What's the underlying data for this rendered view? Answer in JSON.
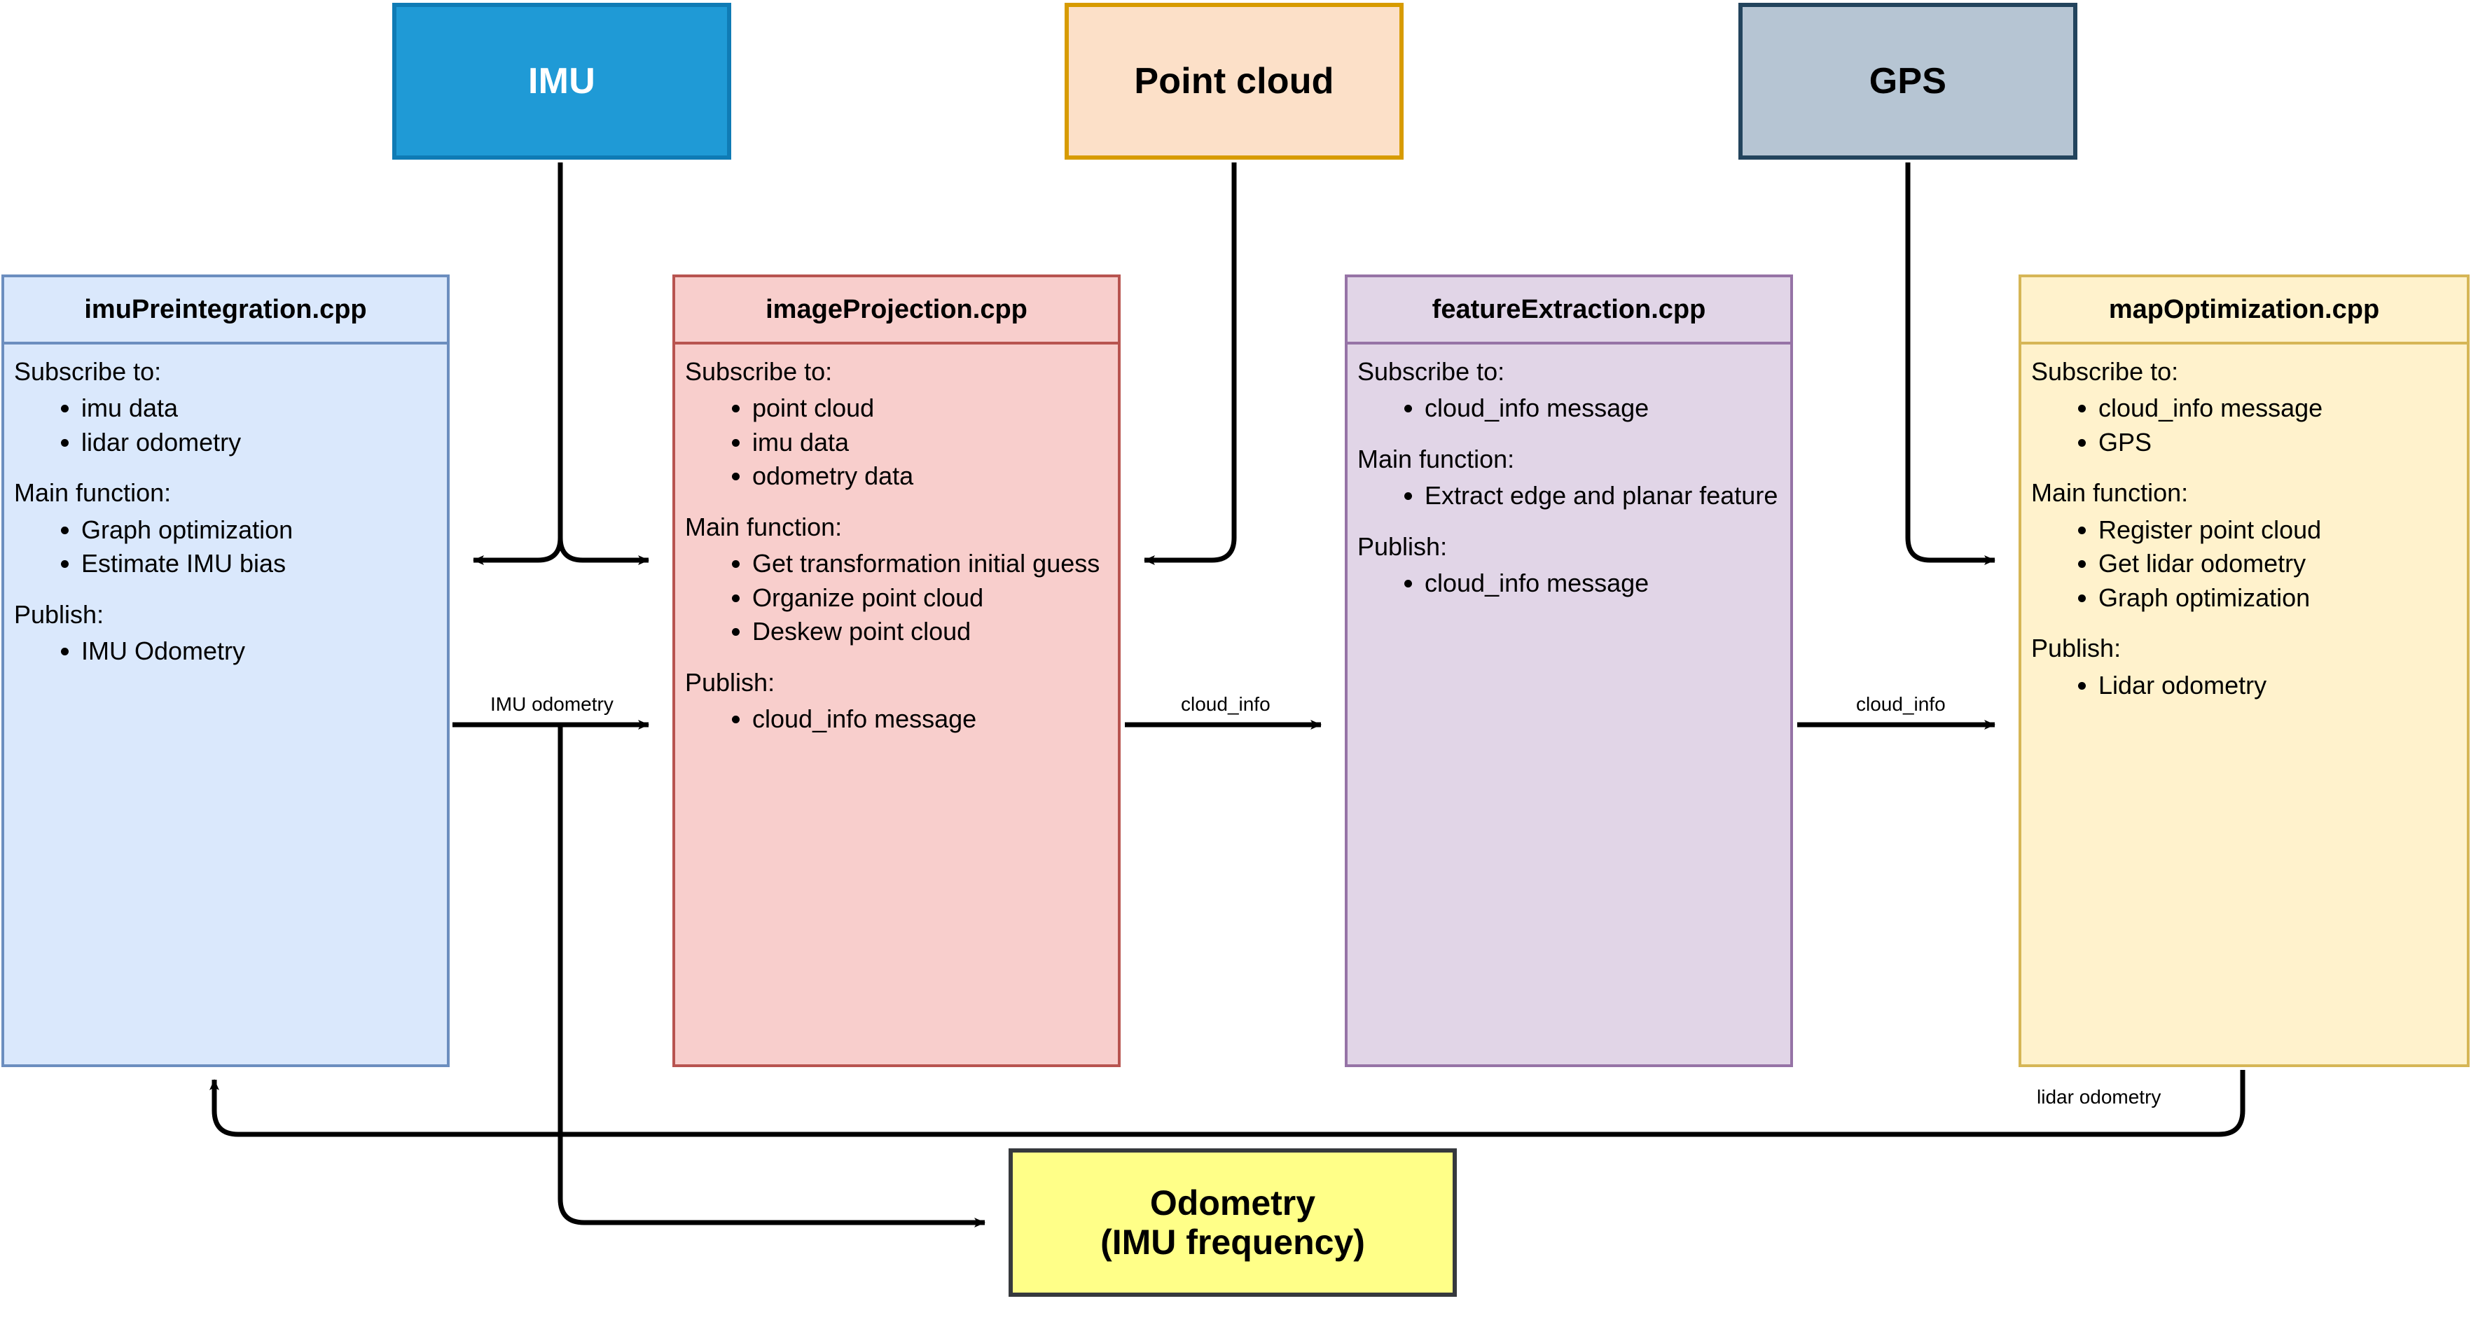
{
  "sources": [
    {
      "id": "imu",
      "label": "IMU",
      "fill": "#1f9ad6",
      "stroke": "#0f7bb5",
      "text": "#ffffff"
    },
    {
      "id": "point-cloud",
      "label": "Point cloud",
      "fill": "#fce0c8",
      "stroke": "#d79b00",
      "text": "#000000"
    },
    {
      "id": "gps",
      "label": "GPS",
      "fill": "#b6c5d3",
      "stroke": "#23445d",
      "text": "#000000"
    }
  ],
  "nodes": [
    {
      "id": "imuPreintegration",
      "title": "imuPreintegration.cpp",
      "fill": "#dae8fc",
      "stroke": "#6c8ebf",
      "subscribe_label": "Subscribe to:",
      "subscribe": [
        "imu data",
        "lidar odometry"
      ],
      "main_label": "Main function:",
      "main": [
        "Graph optimization",
        "Estimate IMU bias"
      ],
      "publish_label": "Publish:",
      "publish": [
        "IMU Odometry"
      ]
    },
    {
      "id": "imageProjection",
      "title": "imageProjection.cpp",
      "fill": "#f8cecc",
      "stroke": "#b85450",
      "subscribe_label": "Subscribe to:",
      "subscribe": [
        "point cloud",
        "imu data",
        "odometry data"
      ],
      "main_label": "Main function:",
      "main": [
        "Get transformation initial guess",
        "Organize point cloud",
        "Deskew point cloud"
      ],
      "publish_label": "Publish:",
      "publish": [
        "cloud_info message"
      ]
    },
    {
      "id": "featureExtraction",
      "title": "featureExtraction.cpp",
      "fill": "#e1d5e7",
      "stroke": "#9673a6",
      "subscribe_label": "Subscribe to:",
      "subscribe": [
        "cloud_info message"
      ],
      "main_label": "Main function:",
      "main": [
        "Extract edge and planar feature"
      ],
      "publish_label": "Publish:",
      "publish": [
        "cloud_info message"
      ]
    },
    {
      "id": "mapOptimization",
      "title": "mapOptimization.cpp",
      "fill": "#fff2cc",
      "stroke": "#d6b656",
      "subscribe_label": "Subscribe to:",
      "subscribe": [
        "cloud_info message",
        "GPS"
      ],
      "main_label": "Main function:",
      "main": [
        "Register point cloud",
        "Get lidar odometry",
        "Graph optimization"
      ],
      "publish_label": "Publish:",
      "publish": [
        "Lidar odometry"
      ]
    }
  ],
  "output": {
    "id": "odometry",
    "line1": "Odometry",
    "line2": "(IMU frequency)",
    "fill": "#ffff88",
    "stroke": "#36393d"
  },
  "edge_labels": {
    "imu_odometry": "IMU odometry",
    "cloud_info_1": "cloud_info",
    "cloud_info_2": "cloud_info",
    "lidar_odometry": "lidar odometry"
  }
}
